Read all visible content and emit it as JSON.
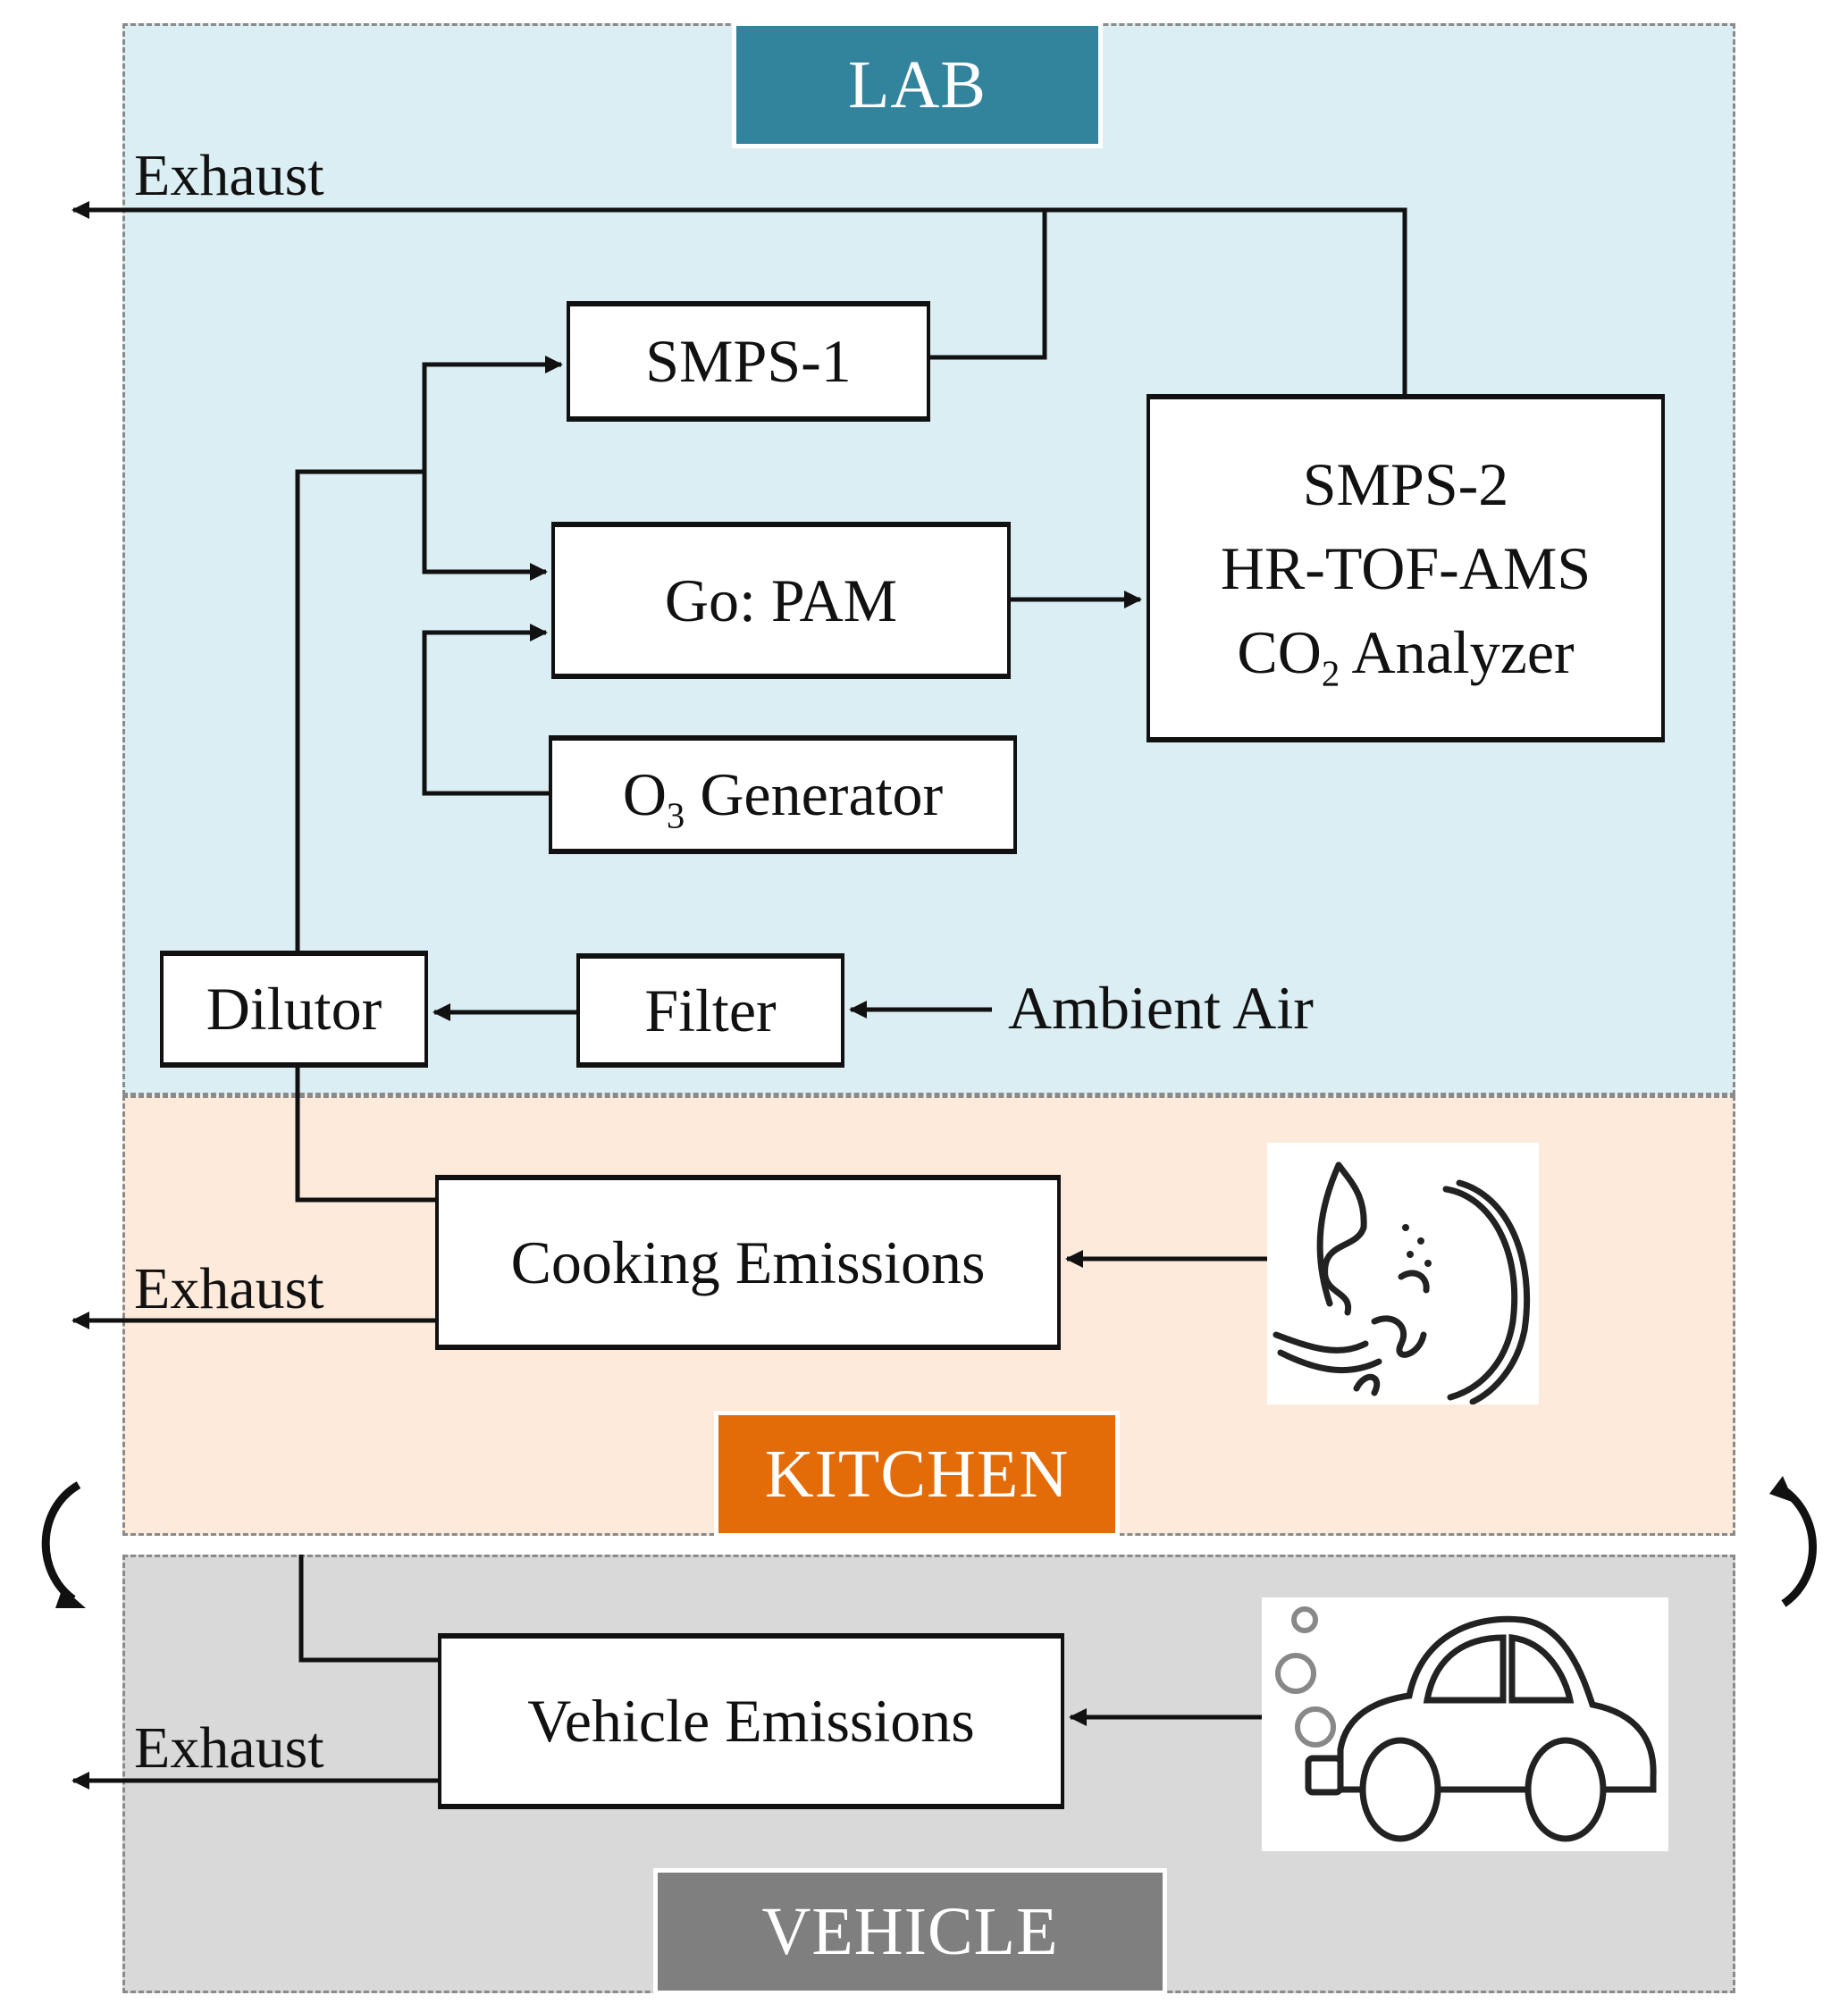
{
  "figure": {
    "regions": {
      "lab": {
        "label": "LAB",
        "bg_color": "#dbeef4",
        "label_color": "#31849b"
      },
      "kitchen": {
        "label": "KITCHEN",
        "bg_color": "#fdeadb",
        "label_color": "#e36c09"
      },
      "vehicle": {
        "label": "VEHICLE",
        "bg_color": "#d9d9d9",
        "label_color": "#7f7f7f"
      }
    },
    "exhaust_labels": [
      "Exhaust",
      "Exhaust",
      "Exhaust"
    ],
    "boxes": {
      "smps1": "SMPS-1",
      "go_pam": "Go: PAM",
      "o3_generator": {
        "prefix": "O",
        "sub": "3",
        "suffix": " Generator"
      },
      "instruments": {
        "line1": "SMPS-2",
        "line2": "HR-TOF-AMS",
        "line3": {
          "prefix": "CO",
          "sub": "2",
          "suffix": " Analyzer"
        }
      },
      "dilutor": "Dilutor",
      "filter": "Filter",
      "cooking": "Cooking Emissions",
      "vehicle": "Vehicle Emissions"
    },
    "ambient_air": "Ambient Air",
    "icons": {
      "cooking": "cooking-wok-icon",
      "vehicle": "car-exhaust-icon",
      "switch": "curved-switch-arrow-icon"
    }
  }
}
